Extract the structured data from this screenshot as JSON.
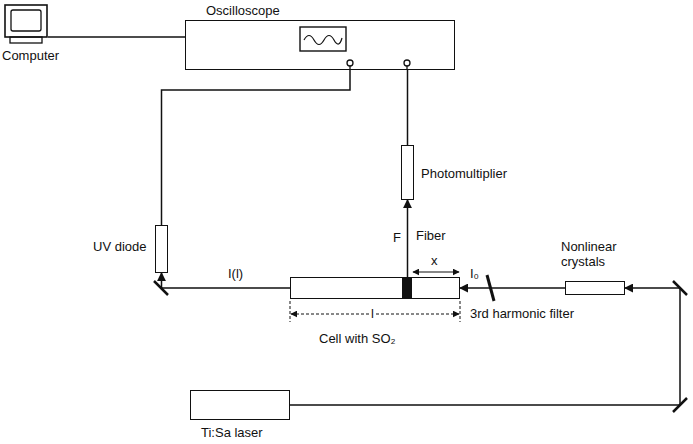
{
  "diagram": {
    "nodes": [
      {
        "text": [
          "Computer"
        ]
      },
      {
        "text": [
          "Oscilloscope"
        ]
      },
      {
        "text": [
          "Photomultiplier"
        ]
      },
      {
        "text": [
          "UV diode"
        ]
      },
      {
        "text": [
          "Cell with SO₂"
        ]
      },
      {
        "text": [
          "Nonlinear crystals"
        ]
      },
      {
        "text": [
          "Ti:Sa laser"
        ]
      }
    ],
    "edges": [
      {
        "from": 0,
        "to": 1,
        "arrow": "none"
      },
      {
        "from": 3,
        "to": 1,
        "arrow": "none"
      },
      {
        "from": 2,
        "to": 1,
        "arrow": "none"
      },
      {
        "from": 4,
        "to": 2,
        "arrow": "to"
      },
      {
        "from": 6,
        "to": 5,
        "arrow": "to"
      },
      {
        "from": 5,
        "to": 4,
        "arrow": "to"
      },
      {
        "from": 4,
        "to": 3,
        "arrow": "to"
      }
    ],
    "labels": [
      "Fiber",
      "F",
      "x",
      "I(l)",
      "I₀",
      "l",
      "3rd harmonic filter"
    ]
  }
}
